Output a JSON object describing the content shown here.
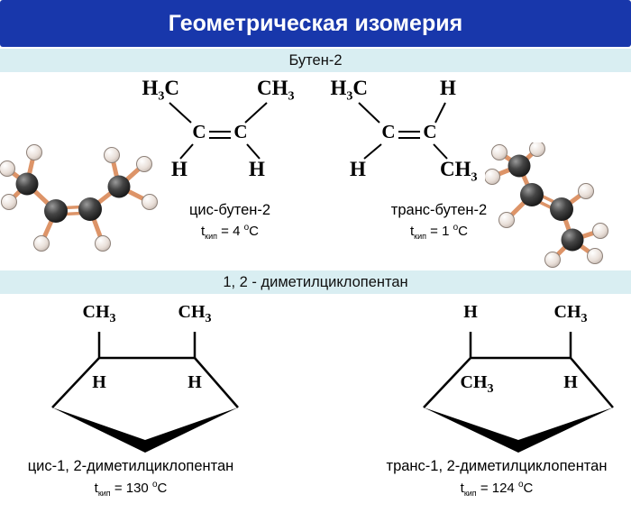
{
  "colors": {
    "header_bg": "#1837ab",
    "band_bg": "#d9eef2",
    "model_bond": "#dd9468",
    "carbon_atom": "#2f2f2f",
    "hydrogen_atom": "#e9dfd8"
  },
  "header": {
    "title": "Геометрическая изомерия"
  },
  "butene": {
    "band_label": "Бутен-2",
    "cis": {
      "top_left": {
        "pre": "H",
        "sub": "3",
        "post": "C"
      },
      "top_right": {
        "pre": "CH",
        "sub": "3",
        "post": ""
      },
      "c_left": "C",
      "c_right": "C",
      "bottom_left": "H",
      "bottom_right": "H",
      "name": "цис-бутен-2",
      "bp": {
        "pre": "t",
        "sub": "кип",
        "mid": " = 4 ",
        "sup": "о",
        "unit": "C"
      }
    },
    "trans": {
      "top_left": {
        "pre": "H",
        "sub": "3",
        "post": "C"
      },
      "top_right": "H",
      "c_left": "C",
      "c_right": "C",
      "bottom_left": "H",
      "bottom_right": {
        "pre": "CH",
        "sub": "3",
        "post": ""
      },
      "name": "транс-бутен-2",
      "bp": {
        "pre": "t",
        "sub": "кип",
        "mid": " = 1 ",
        "sup": "о",
        "unit": "C"
      }
    }
  },
  "cyclopentane": {
    "band_label": "1, 2 - диметилциклопентан",
    "cis": {
      "top_left": {
        "pre": "CH",
        "sub": "3",
        "post": ""
      },
      "top_right": {
        "pre": "CH",
        "sub": "3",
        "post": ""
      },
      "inner_left": "H",
      "inner_right": "H",
      "name": "цис-1, 2-диметилциклопентан",
      "bp": {
        "pre": "t",
        "sub": "кип",
        "mid": " = 130 ",
        "sup": "о",
        "unit": "C"
      }
    },
    "trans": {
      "top_left": "H",
      "top_right": {
        "pre": "CH",
        "sub": "3",
        "post": ""
      },
      "inner_left": {
        "pre": "CH",
        "sub": "3",
        "post": ""
      },
      "inner_right": "H",
      "name": "транс-1, 2-диметилциклопентан",
      "bp": {
        "pre": "t",
        "sub": "кип",
        "mid": " = 124 ",
        "sup": "о",
        "unit": "C"
      }
    }
  }
}
